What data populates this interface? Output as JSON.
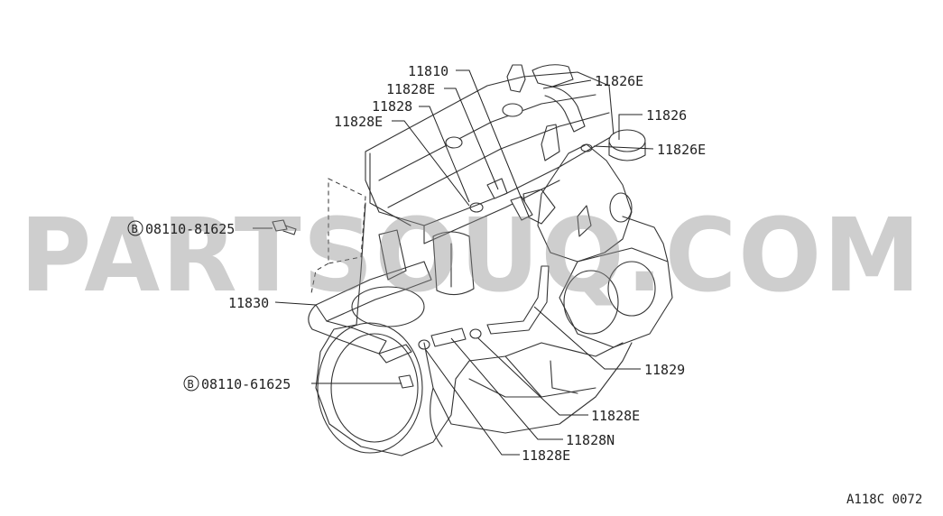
{
  "diagram": {
    "watermark": "PARTSOUQ.COM",
    "figure_code": "A118C 0072",
    "labels": {
      "l11810": "11810",
      "l11828e_top": "11828E",
      "l11828": "11828",
      "l11828e_mid": "11828E",
      "l11826e_top": "11826E",
      "l11826": "11826",
      "l11826e_mid": "11826E",
      "bolt_upper": "08110-81625",
      "bolt_lower": "08110-61625",
      "bolt_symbol": "B",
      "l11830": "11830",
      "l11829": "11829",
      "l11828e_low": "11828E",
      "l11828n": "11828N",
      "l11828e_bottom": "11828E"
    }
  }
}
